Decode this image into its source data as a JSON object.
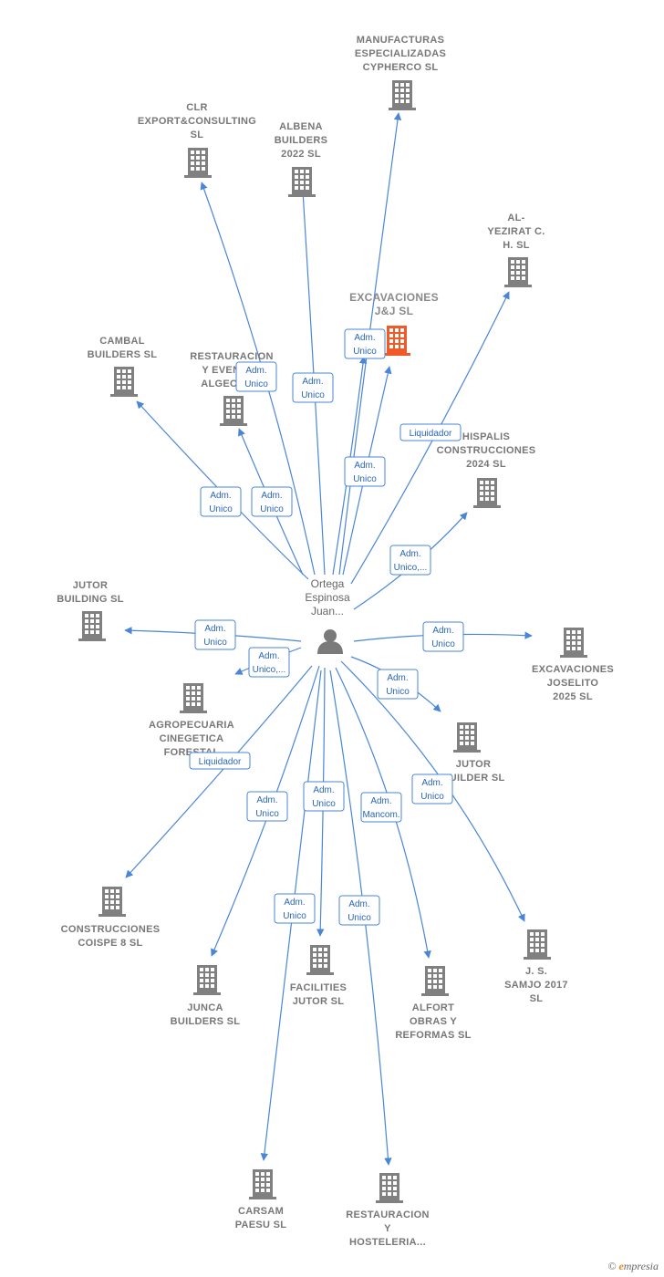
{
  "colors": {
    "edge": "#4a86d8",
    "building": "#808080",
    "building_highlight": "#f05a28",
    "person": "#7a7a7a",
    "label": "#777777"
  },
  "person": {
    "label": [
      "Ortega",
      "Espinosa",
      "Juan..."
    ],
    "icon": "person-icon"
  },
  "companies": [
    {
      "id": "manufacturas",
      "label": [
        "MANUFACTURAS",
        "ESPECIALIZADAS",
        "CYPHERCO  SL"
      ]
    },
    {
      "id": "clr",
      "label": [
        "CLR",
        "EXPORT&CONSULTING",
        "SL"
      ]
    },
    {
      "id": "albena",
      "label": [
        "ALBENA",
        "BUILDERS",
        "2022  SL"
      ]
    },
    {
      "id": "alyezirat",
      "label": [
        "AL-",
        "YEZIRAT C.",
        "H.  SL"
      ]
    },
    {
      "id": "excavaciones-jj",
      "label": [
        "EXCAVACIONES",
        "J&J  SL"
      ],
      "highlight": true
    },
    {
      "id": "cambal",
      "label": [
        "CAMBAL",
        "BUILDERS  SL"
      ]
    },
    {
      "id": "restauracion-eventos",
      "label": [
        "RESTAURACION",
        "Y EVENTOS",
        "ALGECIRAS"
      ]
    },
    {
      "id": "hispalis",
      "label": [
        "HISPALIS",
        "CONSTRUCCIONES",
        "2024  SL"
      ]
    },
    {
      "id": "jutor-building",
      "label": [
        "JUTOR",
        "BUILDING  SL"
      ]
    },
    {
      "id": "excavaciones-joselito",
      "label": [
        "EXCAVACIONES",
        "JOSELITO",
        "2025  SL"
      ]
    },
    {
      "id": "agropecuaria",
      "label": [
        "AGROPECUARIA",
        "CINEGETICA",
        "FORESTAL"
      ]
    },
    {
      "id": "jutor-builder",
      "label": [
        "JUTOR",
        "BUILDER  SL"
      ]
    },
    {
      "id": "coispe",
      "label": [
        "CONSTRUCCIONES",
        "COISPE 8 SL"
      ]
    },
    {
      "id": "junca",
      "label": [
        "JUNCA",
        "BUILDERS  SL"
      ]
    },
    {
      "id": "facilities",
      "label": [
        "FACILITIES",
        "JUTOR  SL"
      ]
    },
    {
      "id": "alfort",
      "label": [
        "ALFORT",
        "OBRAS Y",
        "REFORMAS  SL"
      ]
    },
    {
      "id": "samjo",
      "label": [
        "J.  S.",
        "SAMJO 2017",
        "SL"
      ]
    },
    {
      "id": "carsam",
      "label": [
        "CARSAM",
        "PAESU  SL"
      ]
    },
    {
      "id": "restauracion-hosteleria",
      "label": [
        "RESTAURACION",
        "Y",
        "HOSTELERIA..."
      ]
    }
  ],
  "relations": [
    {
      "to": "manufacturas",
      "role": [
        "Adm.",
        "Unico"
      ]
    },
    {
      "to": "clr",
      "role": [
        "Adm.",
        "Unico"
      ]
    },
    {
      "to": "albena",
      "role": [
        "Adm.",
        "Unico"
      ]
    },
    {
      "to": "alyezirat",
      "role": [
        "Liquidador"
      ]
    },
    {
      "to": "excavaciones-jj",
      "role": [
        "Adm.",
        "Unico"
      ]
    },
    {
      "to": "cambal",
      "role": [
        "Adm.",
        "Unico"
      ]
    },
    {
      "to": "restauracion-eventos",
      "role": [
        "Adm.",
        "Unico"
      ]
    },
    {
      "to": "hispalis",
      "role": [
        "Adm.",
        "Unico,..."
      ]
    },
    {
      "to": "jutor-building",
      "role": [
        "Adm.",
        "Unico"
      ]
    },
    {
      "to": "excavaciones-joselito",
      "role": [
        "Adm.",
        "Unico"
      ]
    },
    {
      "to": "agropecuaria",
      "role": [
        "Adm.",
        "Unico,..."
      ]
    },
    {
      "to": "jutor-builder",
      "role": [
        "Adm.",
        "Unico"
      ]
    },
    {
      "to": "coispe",
      "role": [
        "Liquidador"
      ]
    },
    {
      "to": "junca",
      "role": [
        "Adm.",
        "Unico"
      ]
    },
    {
      "to": "facilities",
      "role": [
        "Adm.",
        "Unico"
      ]
    },
    {
      "to": "alfort",
      "role": [
        "Adm.",
        "Mancom."
      ]
    },
    {
      "to": "samjo",
      "role": [
        "Adm.",
        "Unico"
      ]
    },
    {
      "to": "carsam",
      "role": [
        "Adm.",
        "Unico"
      ]
    },
    {
      "to": "restauracion-hosteleria",
      "role": [
        "Adm.",
        "Unico"
      ]
    },
    {
      "to": "excavaciones-jj",
      "role": [
        "Adm.",
        "Unico"
      ]
    }
  ],
  "brand": {
    "copyright": "©",
    "e": "e",
    "rest": "mpresia"
  }
}
